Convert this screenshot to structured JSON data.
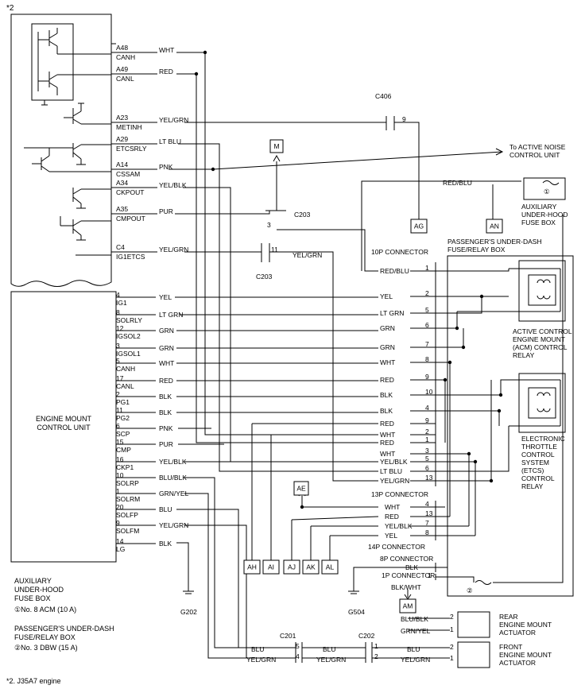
{
  "page": {
    "top_note": "*2",
    "footnote": "*2. J35A7 engine"
  },
  "ecm_pins": [
    {
      "pin": "A48",
      "sig": "CANH",
      "wire": "WHT"
    },
    {
      "pin": "A49",
      "sig": "CANL",
      "wire": "RED"
    },
    {
      "pin": "A23",
      "sig": "METINH",
      "wire": "YEL/GRN"
    },
    {
      "pin": "A29",
      "sig": "ETCSRLY",
      "wire": "LT BLU"
    },
    {
      "pin": "A14",
      "sig": "CSSAM",
      "wire": "PNK"
    },
    {
      "pin": "A34",
      "sig": "CKPOUT",
      "wire": "YEL/BLK"
    },
    {
      "pin": "A35",
      "sig": "CMPOUT",
      "wire": "PUR"
    },
    {
      "pin": "C4",
      "sig": "IG1ETCS",
      "wire": "YEL/GRN"
    }
  ],
  "emcu": {
    "label": "ENGINE MOUNT CONTROL UNIT",
    "pins": [
      {
        "pin": "4",
        "sig": "IG1",
        "wire": "YEL"
      },
      {
        "pin": "8",
        "sig": "SOLRLY",
        "wire": "LT GRN"
      },
      {
        "pin": "12",
        "sig": "IGSOL2",
        "wire": "GRN"
      },
      {
        "pin": "3",
        "sig": "IGSOL1",
        "wire": "GRN"
      },
      {
        "pin": "5",
        "sig": "CANH",
        "wire": "WHT"
      },
      {
        "pin": "17",
        "sig": "CANL",
        "wire": "RED"
      },
      {
        "pin": "2",
        "sig": "PG1",
        "wire": "BLK"
      },
      {
        "pin": "11",
        "sig": "PG2",
        "wire": "BLK"
      },
      {
        "pin": "6",
        "sig": "SCP",
        "wire": "PNK"
      },
      {
        "pin": "15",
        "sig": "CMP",
        "wire": "PUR"
      },
      {
        "pin": "16",
        "sig": "CKP1",
        "wire": "YEL/BLK"
      },
      {
        "pin": "10",
        "sig": "SOLRP",
        "wire": "BLU/BLK"
      },
      {
        "pin": "1",
        "sig": "SOLRM",
        "wire": "GRN/YEL"
      },
      {
        "pin": "20",
        "sig": "SOLFP",
        "wire": "BLU"
      },
      {
        "pin": "9",
        "sig": "SOLFM",
        "wire": "YEL/GRN"
      },
      {
        "pin": "14",
        "sig": "LG",
        "wire": "BLK"
      }
    ]
  },
  "c10p": {
    "label": "10P CONNECTOR",
    "rows": [
      {
        "wire": "RED/BLU",
        "pin": "1"
      },
      {
        "wire": "YEL",
        "pin": "2"
      },
      {
        "wire": "LT GRN",
        "pin": "5"
      },
      {
        "wire": "GRN",
        "pin": "6"
      },
      {
        "wire": "GRN",
        "pin": "7"
      },
      {
        "wire": "WHT",
        "pin": "8"
      },
      {
        "wire": "RED",
        "pin": "9"
      },
      {
        "wire": "BLK",
        "pin": "10"
      },
      {
        "wire": "BLK",
        "pin": "4"
      },
      {
        "wire": "RED",
        "pin": "9"
      },
      {
        "wire": "WHT",
        "pin": "2"
      },
      {
        "wire": "RED",
        "pin": "1"
      },
      {
        "wire": "WHT",
        "pin": "3"
      },
      {
        "wire": "YEL/BLK",
        "pin": "5"
      },
      {
        "wire": "LT BLU",
        "pin": "6"
      },
      {
        "wire": "YEL/GRN",
        "pin": "13"
      }
    ]
  },
  "c13p": {
    "label": "13P CONNECTOR",
    "rows": [
      {
        "wire": "WHT",
        "pin": "4"
      },
      {
        "wire": "RED",
        "pin": "13"
      },
      {
        "wire": "YEL/BLK",
        "pin": "7"
      },
      {
        "wire": "YEL",
        "pin": "8"
      }
    ]
  },
  "labels": {
    "c14p": "14P CONNECTOR",
    "c8p": "8P CONNECTOR",
    "c1p": "1P CONNECTOR",
    "blk_a": "BLK",
    "pin1": "1",
    "blkwht": "BLK/WHT",
    "c406": "C406",
    "c406_pin": "9",
    "c203a": "C203",
    "c203a_pin": "3",
    "c203b": "C203",
    "c203b_pin": "11",
    "yelgrn_c203": "YEL/GRN",
    "redblu_top": "RED/BLU",
    "to_anc": "To ACTIVE NOISE CONTROL UNIT",
    "aux_fuse_box": "AUXILIARY UNDER-HOOD FUSE BOX",
    "pass_box": "PASSENGER'S UNDER-DASH FUSE/RELAY BOX",
    "acm_relay": "ACTIVE CONTROL ENGINE MOUNT (ACM) CONTROL RELAY",
    "etcs_relay": "ELECTRONIC THROTTLE CONTROL SYSTEM (ETCS) CONTROL RELAY",
    "fuse1": "①",
    "fuse2": "②",
    "g202": "G202",
    "g504": "G504",
    "c201": "C201",
    "c202": "C202",
    "blublk_r": "BLU/BLK",
    "grnyel_r": "GRN/YEL",
    "blu1": "BLU",
    "yelgrn1": "YEL/GRN",
    "blu2": "BLU",
    "yelgrn2": "YEL/GRN",
    "blu3": "BLU",
    "yelgrn3": "YEL/GRN",
    "c201_5": "5",
    "c201_4": "4",
    "c202_1": "1",
    "c202_2": "2",
    "rear_2": "2",
    "rear_1": "1",
    "front_2": "2",
    "front_1": "1",
    "rear_act": "REAR ENGINE MOUNT ACTUATOR",
    "front_act": "FRONT ENGINE MOUNT ACTUATOR"
  },
  "markers": {
    "M": "M",
    "AG": "AG",
    "AN": "AN",
    "AE": "AE",
    "AM": "AM",
    "AH": "AH",
    "AI": "AI",
    "AJ": "AJ",
    "AK": "AK",
    "AL": "AL"
  },
  "legend": {
    "aux_title": "AUXILIARY UNDER-HOOD FUSE BOX",
    "aux_item": "①No. 8 ACM (10 A)",
    "pass_title": "PASSENGER'S UNDER-DASH FUSE/RELAY BOX",
    "pass_item": "②No. 3 DBW (15 A)"
  }
}
